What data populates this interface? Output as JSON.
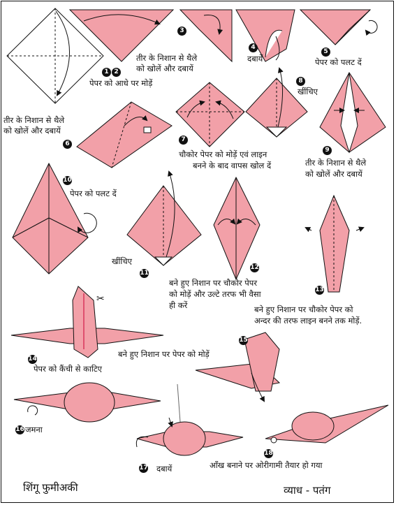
{
  "colors": {
    "paper": "#f2a0a8",
    "paper_dark": "#e98b95",
    "ink": "#111111"
  },
  "steps": {
    "s1": "1",
    "s2": "2",
    "s3": "3",
    "s4": "4",
    "s5": "5",
    "s6": "6",
    "s7": "7",
    "s8": "8",
    "s9": "9",
    "s10": "10",
    "s11": "11",
    "s12": "12",
    "s13": "13",
    "s14": "14",
    "s15": "15",
    "s16": "16",
    "s17": "17",
    "s18": "18"
  },
  "captions": {
    "c1": "तीर के निशान से थैले",
    "c1b": "को खोलें और दबायें",
    "c2": "पेपर को आधे पर मोड़ें",
    "c3": "दबायें",
    "c4": "पेपर को पलट दें",
    "c5": "तीर के निशान से थैले",
    "c5b": "को खोलें और दबायें",
    "c6": "खींचिए",
    "c7": "चौकोर पेपर को मोड़ें एवं लाइन",
    "c7b": "बनने के बाद वापस खोल दें",
    "c8": "तीर के निशान से थैले",
    "c8b": "को खोलें और दबायें",
    "c9": "पेपर को पलट दें",
    "c10": "खींचिए",
    "c11": "बने हुए निशान पर चौकोर पेपर",
    "c11b": "को मोड़ें और उल्टे तरफ भी वैसा",
    "c11c": "ही करें",
    "c12": "बने हुए निशान पर चौकोर पेपर को",
    "c12b": "अन्दर की तरफ लाइन बनने तक मोड़ें.",
    "c13": "बने हुए निशान पर पेपर को मोड़ें",
    "c14": "पेपर को कैंची से काटिए",
    "c15": "जमना",
    "c16": "दबायें",
    "c17": "आँख बनाने पर ओरीगामी तैयार हो गया",
    "author": "शिंगू फुमीअकी",
    "title": "व्याध - पतंग"
  },
  "icons": {
    "scissors": "scissors-icon",
    "rotate": "rotate-arrow-icon"
  }
}
